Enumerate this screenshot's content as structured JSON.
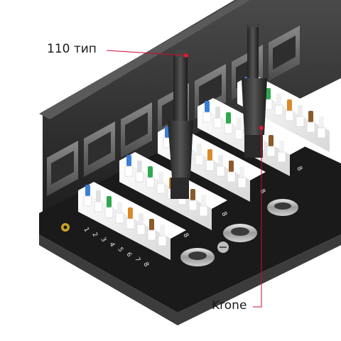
{
  "callouts": {
    "tool_110": "110 тип",
    "tool_krone": "Krone"
  },
  "panel": {
    "port_numbers": [
      "8",
      "7",
      "6",
      "5",
      "4",
      "3",
      "2",
      "1"
    ],
    "block_end_numbers": [
      "8",
      "8",
      "8",
      "8"
    ]
  },
  "colors": {
    "leader_line": "#c8102e",
    "leader_dot": "#e01b2f",
    "housing": "#2b2b2b",
    "pcb": "#1d1d1d",
    "terminal_block": "#f4f4f4",
    "tool_body": "#3a3a3a"
  },
  "wire_colors": [
    "#3a7fd6",
    "#e0e0e0",
    "#2fa84f",
    "#f0f0f0",
    "#d98a2b",
    "#ececec",
    "#8b5a2b",
    "#f2f2f2"
  ]
}
